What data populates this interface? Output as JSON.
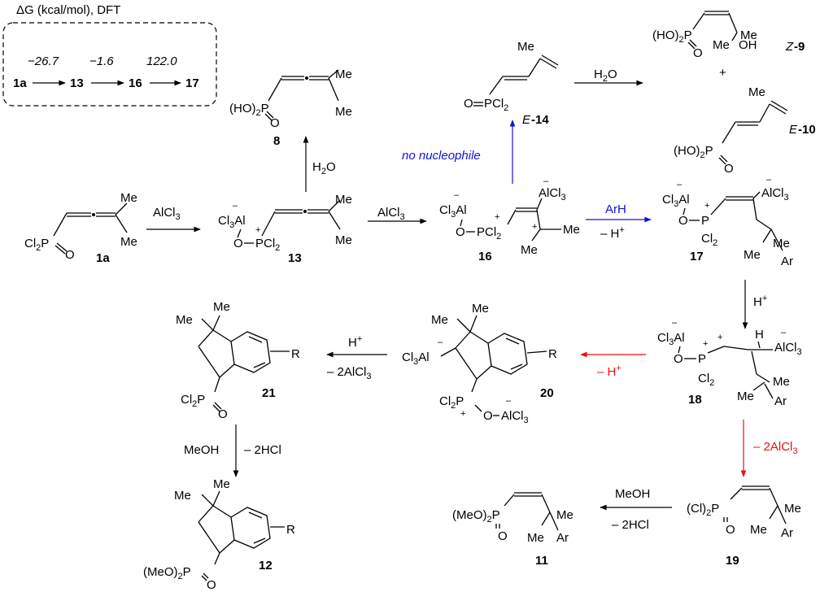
{
  "box": {
    "title": "ΔG (kcal/mol), DFT",
    "energies": [
      "−26.7",
      "−1.6",
      "122.0"
    ],
    "species": [
      "1a",
      "13",
      "16",
      "17"
    ]
  },
  "labels": {
    "c1a": "1a",
    "c8": "8",
    "c13": "13",
    "c16": "16",
    "c17": "17",
    "c18": "18",
    "c19": "19",
    "c11": "11",
    "c12": "12",
    "c20": "20",
    "c21": "21",
    "e14": "E-14",
    "z9": "Z-9",
    "e10": "E-10",
    "plus": "+"
  },
  "reagents": {
    "alcl3_a": "AlCl3",
    "alcl3_b": "AlCl3",
    "h2o_a": "H2O",
    "h2o_b": "H2O",
    "no_nucleophile": "no nucleophile",
    "arh": "ArH",
    "minus_h_a": "– H+",
    "h_plus_a": "H+",
    "minus_2alcl3_a": "– 2AlCl3",
    "minus_h_b": "– H+",
    "h_plus_b": "H+",
    "minus_2alcl3_b": "– 2AlCl3",
    "meoh_a": "MeOH",
    "minus_2hcl_a": "– 2HCl",
    "meoh_b": "MeOH",
    "minus_2hcl_b": "– 2HCl"
  },
  "colors": {
    "blue": "#1010e0",
    "red": "#e81010",
    "black": "#000000"
  }
}
